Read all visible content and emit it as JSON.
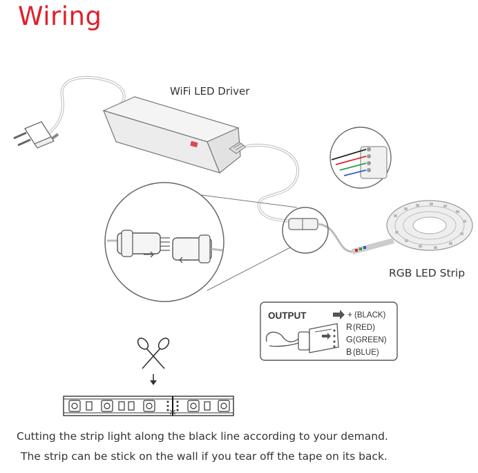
{
  "title": "Wiring",
  "labels": {
    "driver": "WiFi LED Driver",
    "strip": "RGB LED Strip"
  },
  "output_box": {
    "heading": "OUTPUT",
    "pins": [
      {
        "symbol": "+",
        "name": "(BLACK)",
        "color": "#222222"
      },
      {
        "symbol": "R",
        "name": "(RED)",
        "color": "#d9262e"
      },
      {
        "symbol": "G",
        "name": "(GREEN)",
        "color": "#2e9e44"
      },
      {
        "symbol": "B",
        "name": "(BLUE)",
        "color": "#2a59c9"
      }
    ]
  },
  "captions": {
    "line1": "Cutting the strip light along the black line according to your demand.",
    "line2": "The strip can be stick on the wall if you tear off the tape on its back."
  },
  "colors": {
    "title": "#e0202c",
    "outline": "#555555"
  }
}
